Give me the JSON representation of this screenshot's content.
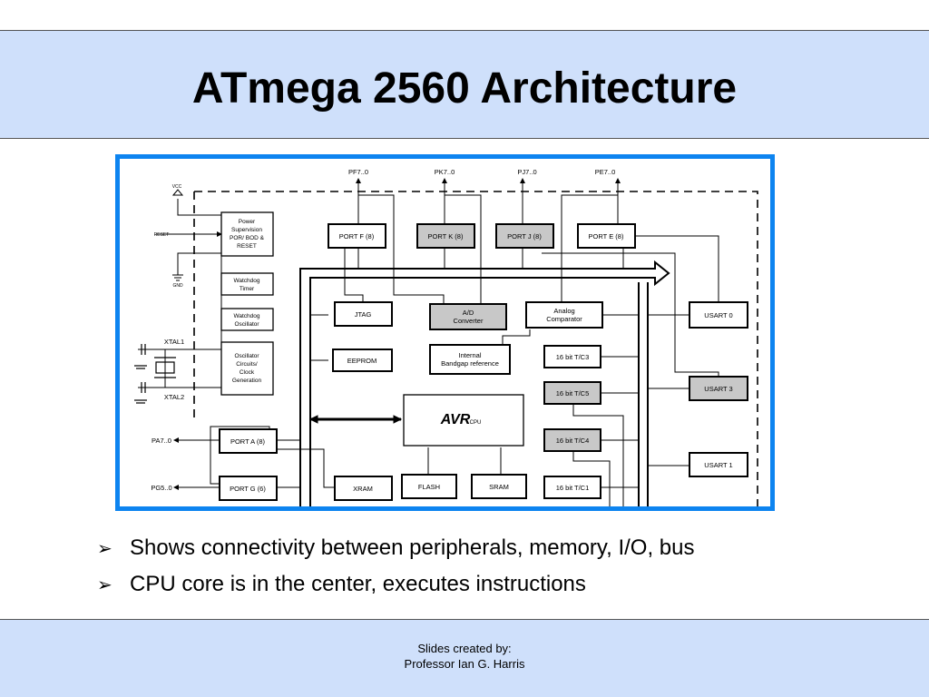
{
  "slide": {
    "title": "ATmega 2560 Architecture",
    "bullets": [
      "Shows connectivity between peripherals, memory, I/O, bus",
      "CPU core is in the center, executes instructions"
    ],
    "bullet_glyph": "➢",
    "footer": {
      "line1": "Slides created by:",
      "line2": "Professor Ian G. Harris"
    },
    "colors": {
      "band": "#cfe0fb",
      "frame": "#0d84f0",
      "gray_block": "#c8c8c8"
    }
  },
  "diagram": {
    "pins": {
      "pf": "PF7..0",
      "pk": "PK7..0",
      "pj": "PJ7..0",
      "pe": "PE7..0",
      "pa": "PA7..0",
      "pg": "PG5..0",
      "vcc": "VCC",
      "reset": "RESET",
      "gnd": "GND",
      "xtal1": "XTAL1",
      "xtal2": "XTAL2"
    },
    "blocks": {
      "power_sup": [
        "Power",
        "Supervision",
        "POR/ BOD &",
        "RESET"
      ],
      "watchdog_timer": [
        "Watchdog",
        "Timer"
      ],
      "watchdog_osc": [
        "Watchdog",
        "Oscillator"
      ],
      "osc_circuits": [
        "Oscillator",
        "Circuits/",
        "Clock",
        "Generation"
      ],
      "port_f": "PORT F (8)",
      "port_k": "PORT K (8)",
      "port_j": "PORT J (8)",
      "port_e": "PORT E (8)",
      "port_a": "PORT A (8)",
      "port_g": "PORT G (6)",
      "jtag": "JTAG",
      "adc": [
        "A/D",
        "Converter"
      ],
      "analog_comp": [
        "Analog",
        "Comparator"
      ],
      "eeprom": "EEPROM",
      "bandgap": [
        "Internal",
        "Bandgap reference"
      ],
      "tc3": "16 bit T/C3",
      "tc5": "16 bit T/C5",
      "tc4": "16 bit T/C4",
      "tc1": "16 bit T/C1",
      "cpu_logo": "AVR",
      "cpu_sub": "CPU",
      "xram": "XRAM",
      "flash": "FLASH",
      "sram": "SRAM",
      "usart0": "USART 0",
      "usart3": "USART 3",
      "usart1": "USART 1"
    }
  }
}
